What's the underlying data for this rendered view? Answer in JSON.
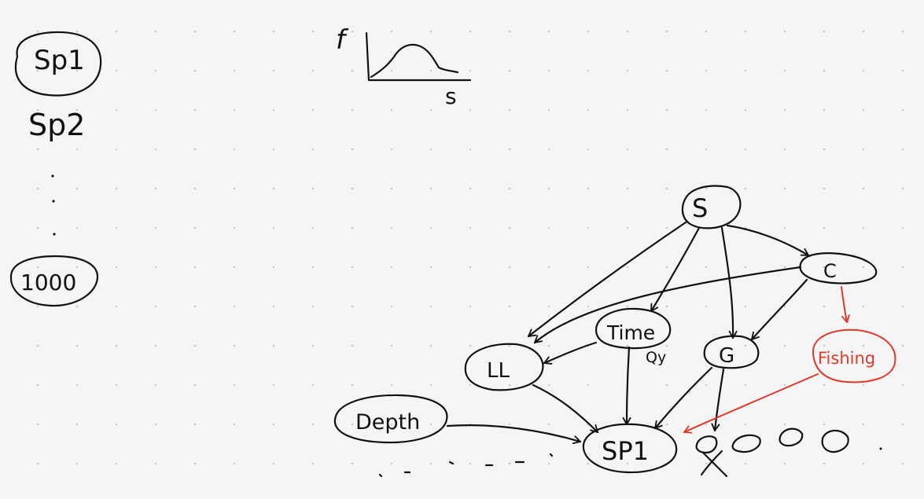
{
  "colors": {
    "ink": "#111111",
    "accent": "#e0392a",
    "background": "#f5f5f5"
  },
  "left_list": {
    "item_1": "Sp1",
    "item_2": "Sp2",
    "item_last": "1000"
  },
  "density_sketch": {
    "y_label": "f",
    "x_label": "s"
  },
  "graph": {
    "nodes": {
      "s": "S",
      "c": "C",
      "time": "Time",
      "time_note": "Qy",
      "g": "G",
      "ll": "LL",
      "fishing": "Fishing",
      "depth": "Depth",
      "sp1": "SP1"
    },
    "extra_marks": {
      "x_mark": "X"
    }
  }
}
